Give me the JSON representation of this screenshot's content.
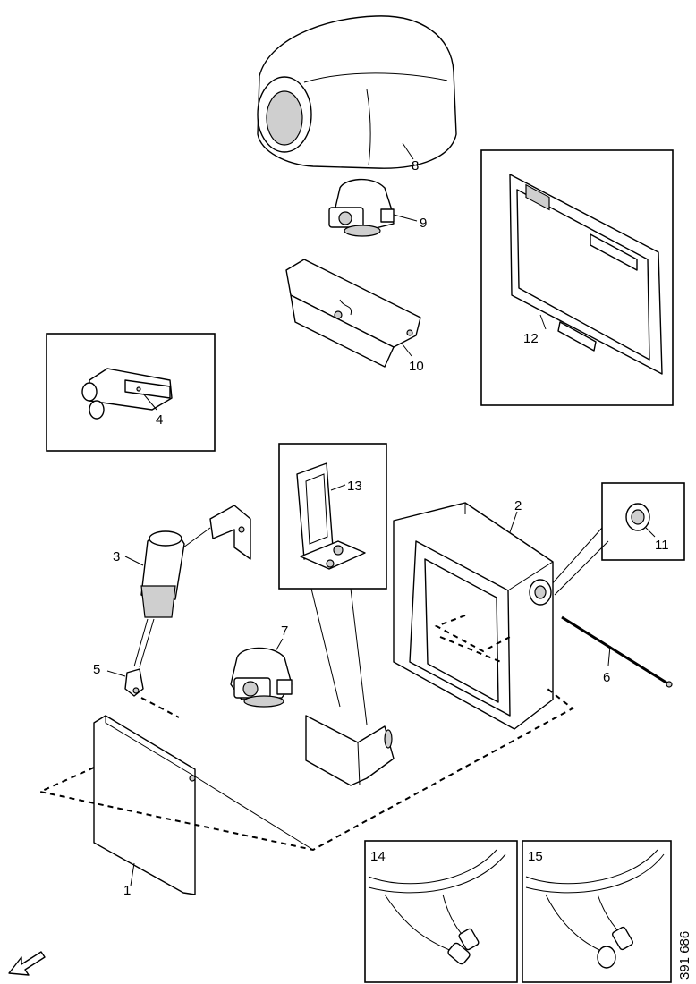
{
  "labels": {
    "p1": "1",
    "p2": "2",
    "p3": "3",
    "p4": "4",
    "p5": "5",
    "p6": "6",
    "p7": "7",
    "p8": "8",
    "p9": "9",
    "p10": "10",
    "p11": "11",
    "p12": "12",
    "p13": "13",
    "p14": "14",
    "p15": "15"
  },
  "reference_number": "391 686",
  "icons": {
    "orientation": "direction-arrow-icon"
  }
}
